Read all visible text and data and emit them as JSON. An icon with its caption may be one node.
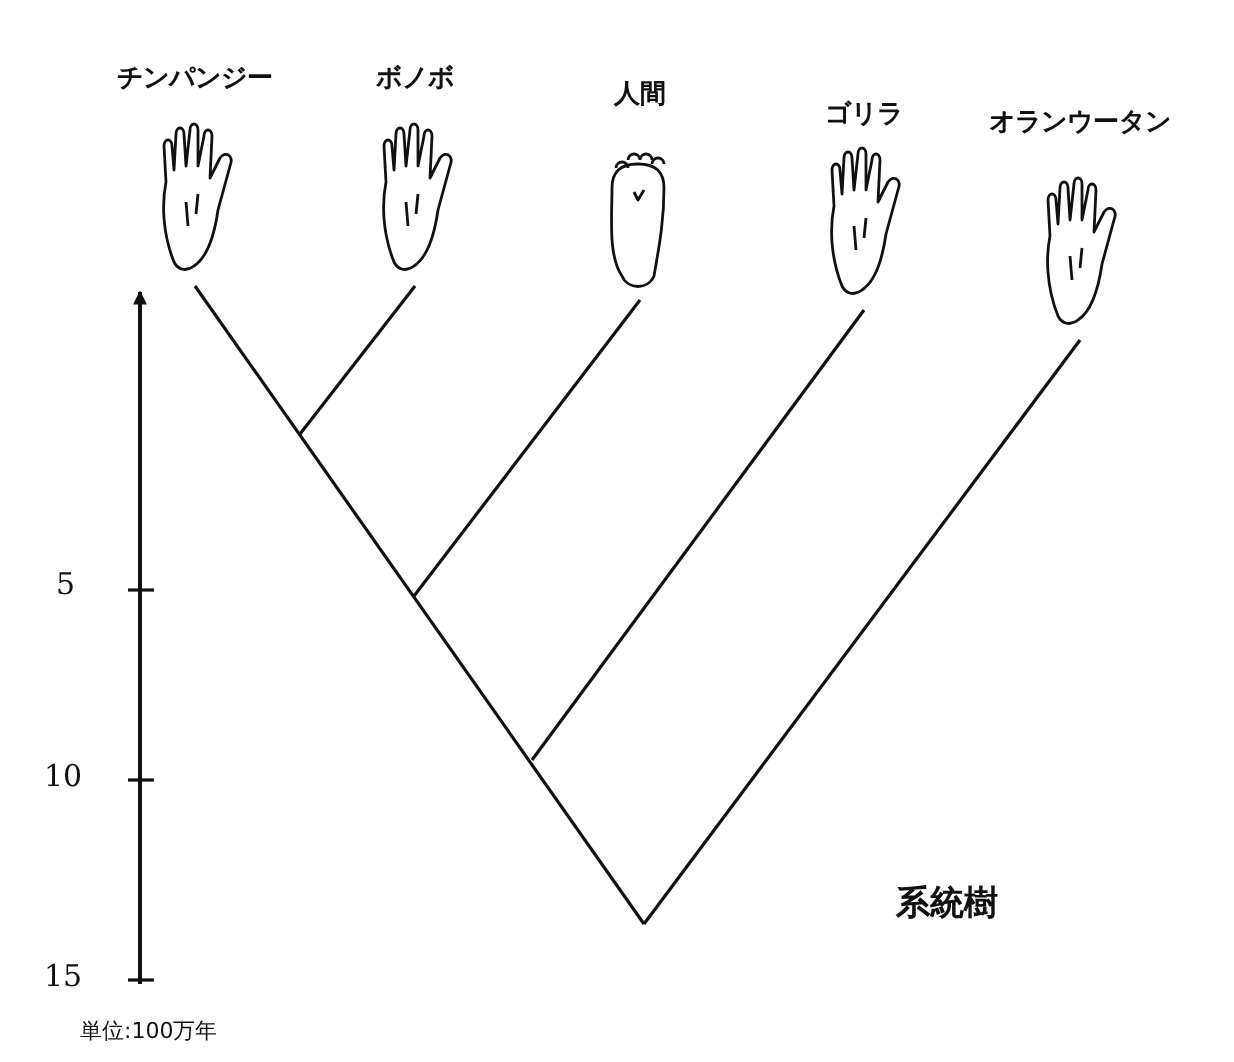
{
  "diagram": {
    "nodes": [
      {
        "text": [
          "チンパンジー"
        ]
      },
      {
        "text": [
          "ボノボ"
        ]
      },
      {
        "text": [
          "人間"
        ]
      },
      {
        "text": [
          "ゴリラ"
        ]
      },
      {
        "text": [
          "オランウータン"
        ]
      }
    ],
    "edges": [
      {
        "from": null,
        "to": 0,
        "arrow": "none"
      },
      {
        "from": null,
        "to": 1,
        "arrow": "none"
      },
      {
        "from": null,
        "to": 2,
        "arrow": "none"
      },
      {
        "from": null,
        "to": 3,
        "arrow": "none"
      },
      {
        "from": null,
        "to": 4,
        "arrow": "none"
      }
    ],
    "labels": [
      "5",
      "10",
      "15",
      "系統樹",
      "単位:100万年"
    ]
  }
}
